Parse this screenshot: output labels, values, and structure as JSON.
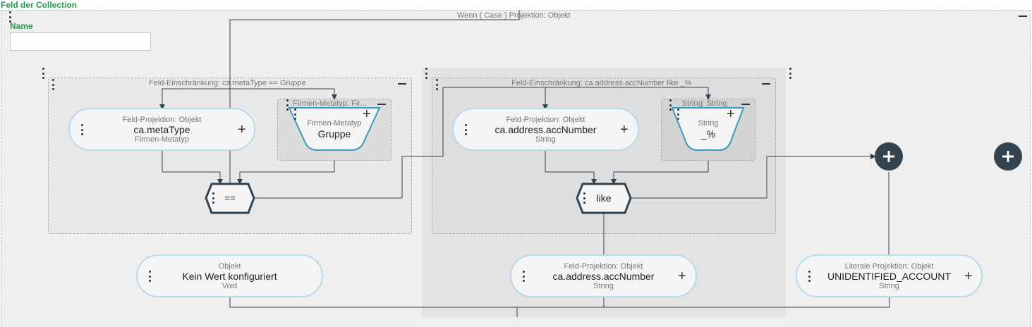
{
  "header": {
    "title": "Feld der Collection"
  },
  "outer": {
    "caption": "Wenn ( Case ) Projektion: Objekt"
  },
  "name_field": {
    "label": "Name",
    "value": ""
  },
  "group_left": {
    "caption": "Feld-Einschränkung: ca.metaType == Gruppe",
    "projection": {
      "sub": "Feld-Projektion: Objekt",
      "main": "ca.metaType",
      "type": "Firmen-Metatyp"
    },
    "literal_group": {
      "caption": "Firmen-Metatyp: Fir...",
      "sub": "Firmen-Metatyp",
      "main": "Gruppe"
    },
    "operator": "=="
  },
  "group_right": {
    "caption": "Feld-Einschränkung: ca.address.accNumber like _%",
    "projection": {
      "sub": "Feld-Projektion: Objekt",
      "main": "ca.address.accNumber",
      "type": "String"
    },
    "literal_group": {
      "caption": "String: String",
      "sub": "String",
      "main": "_%"
    },
    "operator": "like"
  },
  "results": [
    {
      "sub": "Objekt",
      "main": "Kein Wert konfiguriert",
      "type": "Void"
    },
    {
      "sub": "Feld-Projektion: Objekt",
      "main": "ca.address.accNumber",
      "type": "String"
    },
    {
      "sub": "Literale Projektion: Objekt",
      "main": "UNIDENTIFIED_ACCOUNT",
      "type": "String"
    }
  ],
  "icons": {
    "add": "plus-icon",
    "menu": "kebab-menu-icon",
    "collapse": "minus-icon",
    "add_circle": "circle-plus-icon"
  },
  "colors": {
    "green_label": "#1e9e4a",
    "node_border": "#b7dbe8",
    "trapezoid_border": "#3a9ac4",
    "dark": "#33434f"
  }
}
